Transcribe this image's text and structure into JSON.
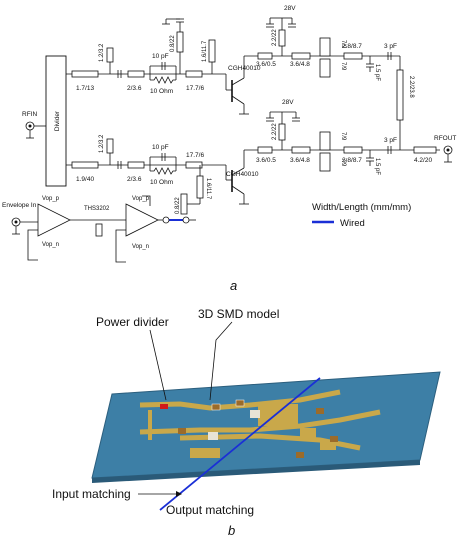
{
  "schematic": {
    "rf_in_label": "RFIN",
    "rf_out_label": "RFOUT",
    "divider_label": "Divider",
    "envelope_in_label": "Envelope In",
    "ths_label": "THS3202",
    "vop_p_1": "Vop_p",
    "vop_n_1": "Vop_n",
    "vop_p_2": "Vop_p",
    "vop_n_2": "Vop_n",
    "legend_title": "Width/Length (mm/mm)",
    "legend_wired": "Wired",
    "top_path": {
      "line_in_1": "1.7/13",
      "stub_in_1": "1.2/3.2",
      "line_in_2": "2/3.6",
      "cap": "10 pF",
      "resistor": "10 Ohm",
      "line_in_3": "17.7/6",
      "stub_gate": "0.8/22",
      "stub_gate2": "1.6/11.7",
      "transistor": "CGH40010",
      "supply": "28V",
      "stub_drain": "2.2/22",
      "line_out_1": "3.6/0.5",
      "line_out_2": "3.6/4.8",
      "stub_up": "7/9",
      "stub_down": "7/9",
      "line_out_3": "2.8/8.7",
      "cap_shunt": "1.5 pF",
      "cap_series": "3 pF",
      "line_combine": "2.2/23.8"
    },
    "bottom_path": {
      "line_in_1": "1.9/40",
      "stub_in_1": "1.2/3.2",
      "line_in_2": "2/3.6",
      "cap": "10 pF",
      "resistor": "10 Ohm",
      "line_in_3": "17.7/6",
      "stub_gate": "0.8/22",
      "stub_gate2": "1.6/11.7",
      "transistor": "CGH40010",
      "supply": "28V",
      "stub_drain": "2.2/22",
      "line_out_1": "3.6/0.5",
      "line_out_2": "3.6/4.8",
      "stub_up": "7/9",
      "stub_down": "7/9",
      "line_out_3": "2.8/8.7",
      "cap_shunt": "1.5 pF",
      "cap_series": "3 pF",
      "line_out_final": "4.2/20"
    }
  },
  "panel_a_caption": "a",
  "model": {
    "power_divider_label": "Power divider",
    "smd_label": "3D SMD model",
    "input_matching_label": "Input matching",
    "output_matching_label": "Output matching",
    "board_color": "#3d7fa6",
    "trace_color": "#c9a84a",
    "cut_line_color": "#1a2fd6"
  },
  "panel_b_caption": "b",
  "colors": {
    "wired": "#1a2fd6",
    "resistor_red": "#d11a1a"
  }
}
